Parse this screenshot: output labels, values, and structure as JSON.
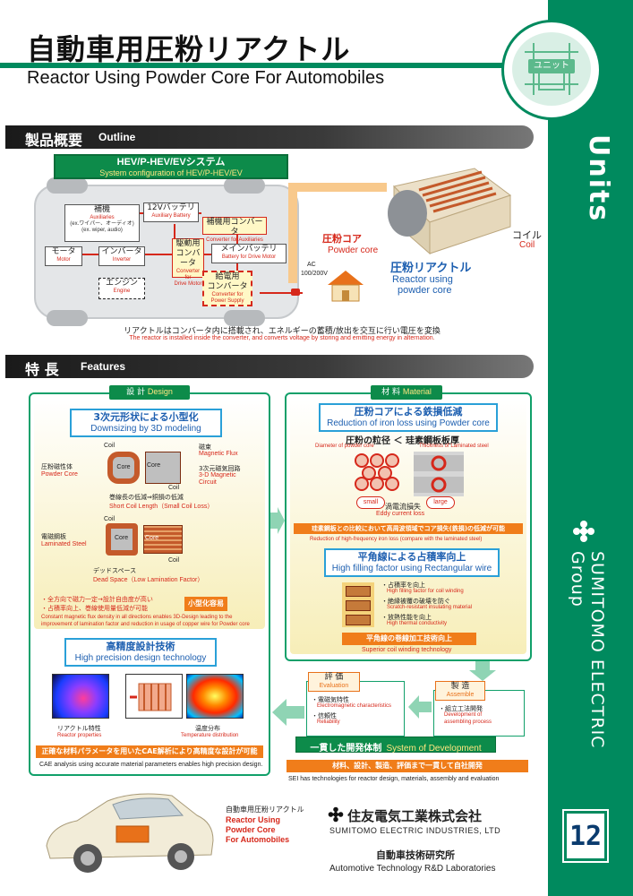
{
  "header": {
    "title_jp": "自動車用圧粉リアクトル",
    "title_en": "Reactor Using Powder Core For Automobiles",
    "badge_label": "ユニット"
  },
  "strip": {
    "category": "Units",
    "brand": "SUMITOMO ELECTRIC Group",
    "page_number": "12"
  },
  "outline": {
    "section_jp": "製品概要",
    "section_en": "Outline",
    "system_title": "HEV/P-HEV/EVシステム",
    "system_subtitle": "System configuration of HEV/P-HEV/EV",
    "aux_jp": "補機",
    "aux_en": "Auxiliaries",
    "aux_note_jp": "(ex.ワイパー、オーディオ)",
    "aux_note_en": "(ex. wiper, audio)",
    "battery12_jp": "12Vバッテリ",
    "battery12_en": "Auxiliary Battery",
    "aux_conv_jp": "補機用コンバータ",
    "aux_conv_en": "Converter for Auxiliaries",
    "motor_jp": "モータ",
    "motor_en": "Motor",
    "inverter_jp": "インバータ",
    "inverter_en": "Inverter",
    "drive_conv_jp1": "駆動用",
    "drive_conv_jp2": "コンバータ",
    "drive_conv_en1": "Converter for",
    "drive_conv_en2": "Drive Motor",
    "main_batt_jp": "メインバッテリ",
    "main_batt_en": "Battery for Drive Motor",
    "engine_jp": "エンジン",
    "engine_en": "Engine",
    "supply_conv_jp1": "給電用",
    "supply_conv_jp2": "コンバータ",
    "supply_conv_en1": "Converter for",
    "supply_conv_en2": "Power Supply",
    "ac_label1": "AC",
    "ac_label2": "100/200V",
    "powder_core_jp": "圧粉コア",
    "powder_core_en": "Powder core",
    "coil_jp": "コイル",
    "coil_en": "Coil",
    "reactor_jp": "圧粉リアクトル",
    "reactor_en1": "Reactor using",
    "reactor_en2": "powder core",
    "caption_jp": "リアクトルはコンバータ内に搭載され、エネルギーの蓄積/放出を交互に行い電圧を変換",
    "caption_en": "The reactor is installed inside the converter, and converts voltage by storing and emitting energy in alternation."
  },
  "features": {
    "section_jp": "特 長",
    "section_en": "Features",
    "design": {
      "tab_jp": "設 計",
      "tab_en": "Design",
      "box1_jp": "3次元形状による小型化",
      "box1_en": "Downsizing by 3D modeling",
      "coil_a": "Coil",
      "magnetic_flux_jp": "磁束",
      "magnetic_flux_en": "Magnetic Flux",
      "powder_core_jp": "圧粉磁性体",
      "powder_core_en": "Powder Core",
      "core1": "Core",
      "core2": "Core",
      "circuit_jp": "3次元磁気回路",
      "circuit_en1": "3-D Magnetic",
      "circuit_en2": "Circuit",
      "coil_b": "Coil",
      "short_coil_jp": "巻線長の低減⇒銅損の低減",
      "short_coil_en": "Short Coil Length（Small Coil Loss）",
      "coil_c": "Coil",
      "laminated_jp": "電磁鋼板",
      "laminated_en": "Laminated Steel",
      "core3": "Core",
      "core4": "Core",
      "coil_d": "Coil",
      "dead_space_jp": "デッドスペース",
      "dead_space_en": "Dead Space（Low Lamination Factor）",
      "bullet1": "・全方向で磁力一定→設計自由度が高い",
      "bullet2": "・占積率向上、巻線使用量低減が可能",
      "downsize_tag": "小型化容易",
      "const_flux_en1": "Constant magnetic flux density in all directions enables 3D-Design leading to the",
      "const_flux_en2": "improvement of lamination factor and reduction in usage of copper wire for Powder core",
      "box2_jp": "高精度設計技術",
      "box2_en": "High precision design technology",
      "reactor_prop_jp": "リアクトル特性",
      "reactor_prop_en": "Reactor properties",
      "temp_jp": "温度分布",
      "temp_en": "Temperature distribution",
      "cae_bar_jp": "正確な材料パラメータを用いたCAE解析により高精度な設計が可能",
      "cae_en": "CAE analysis using accurate material parameters enables high precision design."
    },
    "material": {
      "tab_jp": "材 料",
      "tab_en": "Material",
      "box1_jp": "圧粉コアによる鉄損低減",
      "box1_en": "Reduction of iron loss using Powder core",
      "compare_jp": "圧粉の粒径 ＜ 珪素鋼板板厚",
      "diam_en": "Diameter of powder core",
      "thick_en": "Thickness of Laminated steel",
      "small": "small",
      "large": "large",
      "eddy_jp": "渦電流損失",
      "eddy_en": "Eddy current loss",
      "bar1_jp": "珪素鋼板との比較において高周波領域でコア損失(鉄損)の低減が可能",
      "bar1_en": "Reduction of high-frequency iron loss (compare with the laminated steel)",
      "box2_jp": "平角線による占積率向上",
      "box2_en": "High filling factor using Rectangular wire",
      "b1_jp": "・占積率を向上",
      "b1_en": "High filling factor for coil winding",
      "b2_jp": "・絶縁被覆の破壊を防ぐ",
      "b2_en": "Scratch-resistant insulating material",
      "b3_jp": "・放熱性能を向上",
      "b3_en": "High thermal conductivity",
      "bar2_jp": "平角線の巻線加工技術向上",
      "bar2_en": "Superior coil winding technology"
    },
    "development": {
      "eval_jp": "評 価",
      "eval_en": "Evaluation",
      "eval_b1_jp": "・電磁気特性",
      "eval_b1_en": "Electromagnetic characteristics",
      "eval_b2_jp": "・信頼性",
      "eval_b2_en": "Reliability",
      "make_jp": "製 造",
      "make_en": "Assemble",
      "make_b1_jp": "・組立工法開発",
      "make_b1_en1": "Development of",
      "make_b1_en2": "assembling process",
      "system_jp": "一貫した開発体制",
      "system_en": "System of Development",
      "bar_jp": "材料、設計、製造、評価まで一貫して自社開発",
      "bar_en": "SEI has technologies for reactor design, materials, assembly and evaluation"
    }
  },
  "footer": {
    "car_label_jp": "自動車用圧粉リアクトル",
    "car_label_en1": "Reactor Using",
    "car_label_en2": "Powder Core",
    "car_label_en3": "For Automobiles",
    "company_jp": "住友電気工業株式会社",
    "company_en": "SUMITOMO ELECTRIC INDUSTRIES, LTD",
    "lab_jp": "自動車技術研究所",
    "lab_en": "Automotive Technology R&D Laboratories"
  },
  "colors": {
    "brand_green": "#008a5e",
    "accent_red": "#d6281b",
    "accent_orange": "#f07d1a",
    "accent_blue": "#1d5fb0"
  }
}
